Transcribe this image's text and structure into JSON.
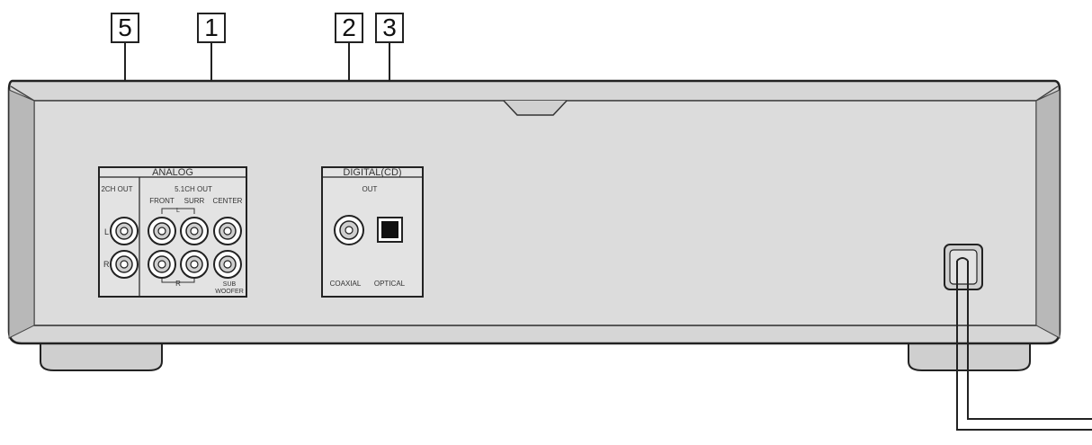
{
  "callouts": {
    "c5": "5",
    "c1": "1",
    "c2": "2",
    "c3": "3"
  },
  "analog_panel": {
    "title": "ANALOG",
    "two_ch_label": "2CH OUT",
    "five_one_label": "5.1CH OUT",
    "front": "FRONT",
    "surr": "SURR",
    "center": "CENTER",
    "left_mark": "L",
    "right_mark": "R",
    "bracket_l": "L",
    "bracket_r": "R",
    "subwoofer_1": "SUB",
    "subwoofer_2": "WOOFER"
  },
  "digital_panel": {
    "title": "DIGITAL(CD)",
    "out": "OUT",
    "coaxial": "COAXIAL",
    "optical": "OPTICAL"
  },
  "colors": {
    "chassis": "#d6d6d6",
    "chassis_dark": "#a9a9a9",
    "outline": "#222222"
  }
}
